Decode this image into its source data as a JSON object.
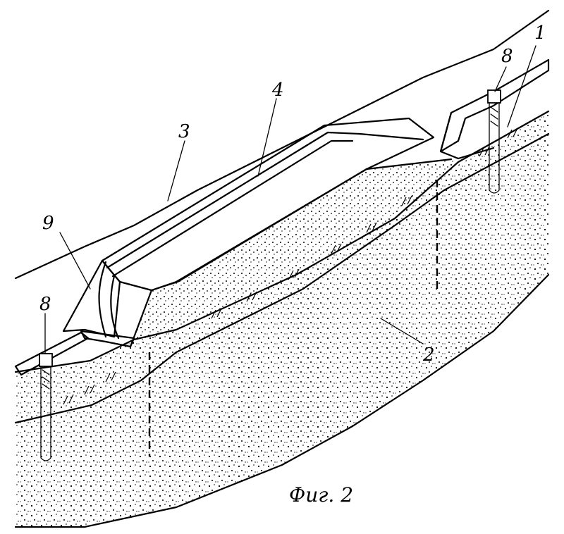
{
  "figure": {
    "caption": "Фиг. 2",
    "labels": {
      "l1": "1",
      "l2": "2",
      "l3": "3",
      "l4": "4",
      "l8a": "8",
      "l8b": "8",
      "l9": "9"
    }
  }
}
